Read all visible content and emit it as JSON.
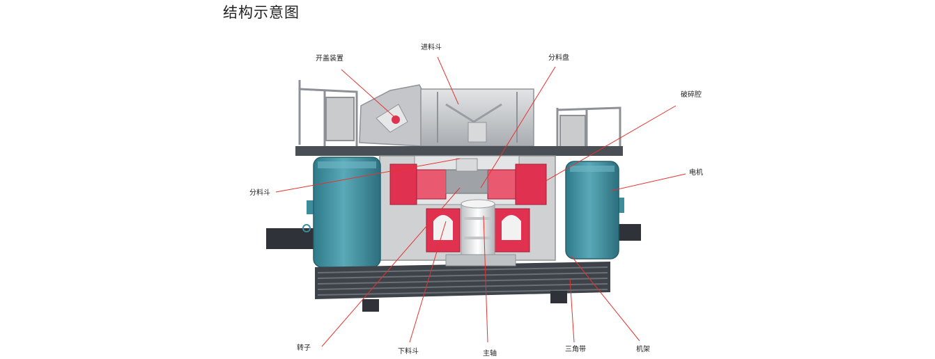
{
  "title": "结构示意图",
  "labels": {
    "lid_opener": "开盖装置",
    "feed_hopper": "进料斗",
    "distributor_plate": "分料盘",
    "crushing_chamber": "破碎腔",
    "distributor_hopper": "分料斗",
    "motor": "电机",
    "rotor": "转子",
    "lower_hopper": "下料斗",
    "main_shaft": "主轴",
    "v_belt": "三角带",
    "frame": "机架"
  },
  "colors": {
    "leader_line": "#e5322d",
    "motor": "#3c8c9c",
    "chamber": "#e03250",
    "steel": "#c8cacc",
    "base": "#3e4249"
  }
}
